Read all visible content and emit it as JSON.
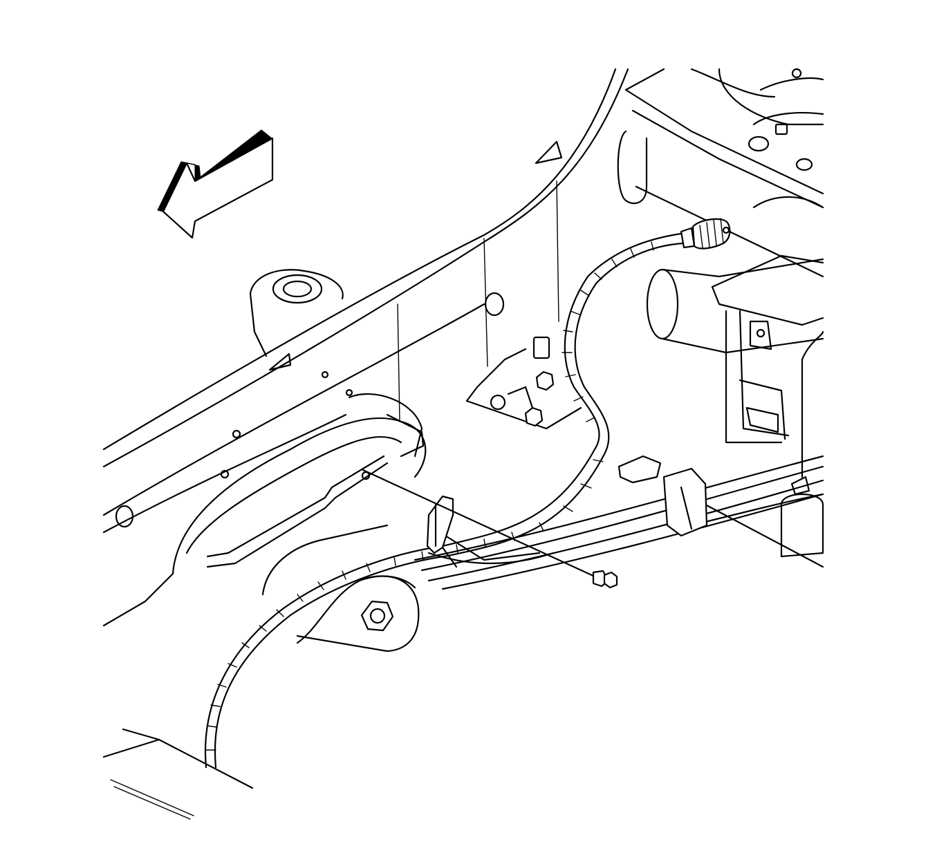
{
  "diagram": {
    "kind": "technical line illustration",
    "palette": {
      "ink": "#000000",
      "paper": "#ffffff"
    },
    "parts": [
      "frame-rail",
      "crossmember",
      "leaf-spring",
      "rear-axle",
      "parking-brake-cable",
      "cable-mounting-bracket",
      "bracket-bolt",
      "direction-arrow"
    ],
    "text_labels": []
  }
}
